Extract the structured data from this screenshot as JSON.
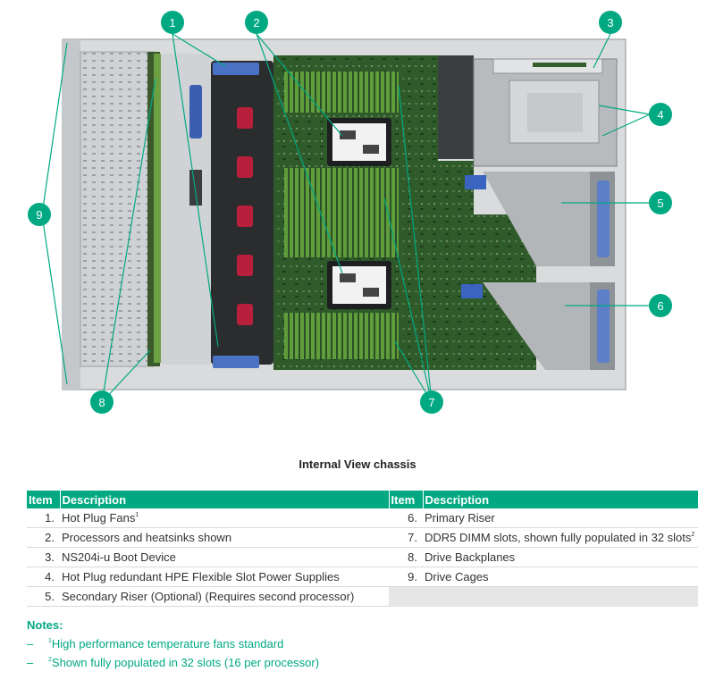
{
  "callouts": [
    "1",
    "2",
    "3",
    "4",
    "5",
    "6",
    "7",
    "8",
    "9"
  ],
  "caption": "Internal View chassis",
  "table": {
    "headers": [
      "Item",
      "Description",
      "Item",
      "Description"
    ],
    "left_rows": [
      {
        "num": "1.",
        "desc": "Hot Plug Fans",
        "sup": "1"
      },
      {
        "num": "2.",
        "desc": "Processors and heatsinks shown",
        "sup": ""
      },
      {
        "num": "3.",
        "desc": "NS204i-u Boot Device",
        "sup": ""
      },
      {
        "num": "4.",
        "desc": "Hot Plug redundant HPE Flexible Slot Power Supplies",
        "sup": ""
      },
      {
        "num": "5.",
        "desc": "Secondary Riser (Optional) (Requires second processor)",
        "sup": ""
      }
    ],
    "right_rows": [
      {
        "num": "6.",
        "desc": "Primary Riser",
        "sup": ""
      },
      {
        "num": "7.",
        "desc": "DDR5 DIMM slots, shown fully populated in 32 slots",
        "sup": "2"
      },
      {
        "num": "8.",
        "desc": "Drive Backplanes",
        "sup": ""
      },
      {
        "num": "9.",
        "desc": "Drive Cages",
        "sup": ""
      },
      {
        "num": "",
        "desc": "",
        "sup": ""
      }
    ]
  },
  "notes": {
    "title": "Notes:",
    "items": [
      {
        "dash": "–",
        "sup": "1",
        "text": "High performance temperature fans standard"
      },
      {
        "dash": "–",
        "sup": "2",
        "text": "Shown fully populated in 32 slots (16 per processor)"
      }
    ]
  },
  "colors": {
    "accent": "#01a982",
    "callout_circle": "#01a982"
  }
}
